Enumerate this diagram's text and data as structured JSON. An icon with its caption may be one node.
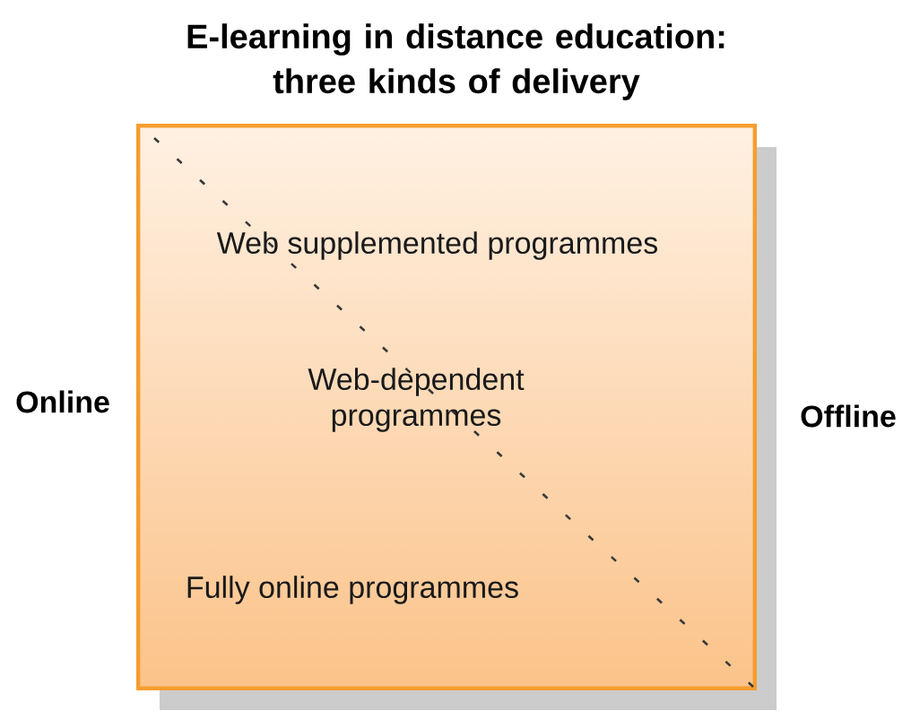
{
  "diagram": {
    "title": "E-learning in distance education: three kinds of delivery",
    "nodes": [
      {
        "text": [
          "Web supplemented programmes",
          "Web-dependent programmes",
          "Fully online programmes"
        ],
        "beside": [
          "Online",
          "Offline"
        ]
      }
    ]
  }
}
